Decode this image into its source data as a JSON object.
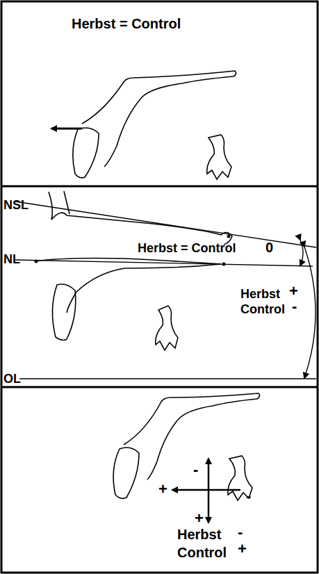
{
  "diagram": {
    "nodes": [
      {
        "text": [
          "Herbst = Control"
        ]
      },
      {
        "text": [
          "NSL",
          "NL",
          "OL",
          "Herbst = Control",
          "0",
          "Herbst",
          "+",
          "Control",
          "-"
        ]
      },
      {
        "text": [
          "-",
          "+",
          "-",
          "+",
          "Herbst",
          "-",
          "Control",
          "+"
        ]
      }
    ]
  }
}
